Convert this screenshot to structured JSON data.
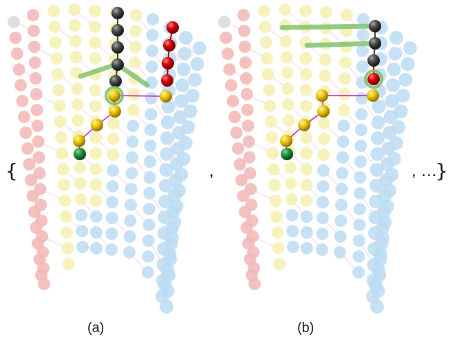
{
  "figure": {
    "open_brace": "{",
    "close_brace": "}",
    "separator": ",",
    "continuation": ", …",
    "panels": [
      {
        "label": "(a)"
      },
      {
        "label": "(b)"
      }
    ]
  },
  "colors": {
    "pink": "#f2b6b6",
    "yellow": "#f6f0b0",
    "blue": "#bcdcf2",
    "mesh": "#f4a6dc",
    "gray": "#d9d9d9",
    "dark": "#3a3a3a",
    "red": "#d40000",
    "gold": "#e8c000",
    "green": "#1f8a3a",
    "highlight": "#7bbf6a",
    "path": "#c000c0"
  },
  "legend_icons": [
    "gray-sphere",
    "yellow-sphere",
    "red-sphere",
    "blue-sphere",
    "green-sphere"
  ]
}
